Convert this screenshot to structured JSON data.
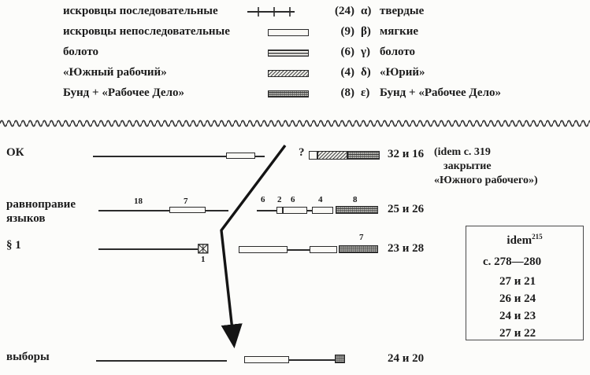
{
  "legend": {
    "rows": [
      {
        "label": "искровцы последовательные",
        "count": "(24)",
        "greek": "α)",
        "name": "твердые"
      },
      {
        "label": "искровцы непоследовательные",
        "count": "(9)",
        "greek": "β)",
        "name": "мягкие"
      },
      {
        "label": "болото",
        "count": "(6)",
        "greek": "γ)",
        "name": "болото"
      },
      {
        "label": "«Южный рабочий»",
        "count": "(4)",
        "greek": "δ)",
        "name": "«Юрий»"
      },
      {
        "label": "Бунд + «Рабочее Дело»",
        "count": "(8)",
        "greek": "ε)",
        "name": "Бунд + «Рабочее Дело»"
      }
    ]
  },
  "rows": {
    "ok": {
      "label": "ОК",
      "question": "?",
      "result": "32 и 16",
      "note1": "(idem c. 319",
      "note2": "закрытие",
      "note3": "«Южного рабочего»)"
    },
    "ravnopravie": {
      "label1": "равноправие",
      "label2": "языков",
      "result": "25 и 26",
      "n18": "18",
      "n7": "7",
      "n6a": "6",
      "n2": "2",
      "n6b": "6",
      "n4": "4",
      "n8": "8"
    },
    "par1": {
      "label": "§ 1",
      "result": "23 и 28",
      "n1": "1",
      "n7": "7"
    },
    "vybory": {
      "label": "выборы",
      "result": "24 и 20"
    }
  },
  "side_box": {
    "idem": "idem",
    "sup": "215",
    "pages": "c. 278—280",
    "v1": "27 и 21",
    "v2": "26 и 24",
    "v3": "24 и 23",
    "v4": "27 и 22"
  },
  "colors": {
    "ink": "#2b2b2b",
    "paper": "#fcfcfa"
  }
}
